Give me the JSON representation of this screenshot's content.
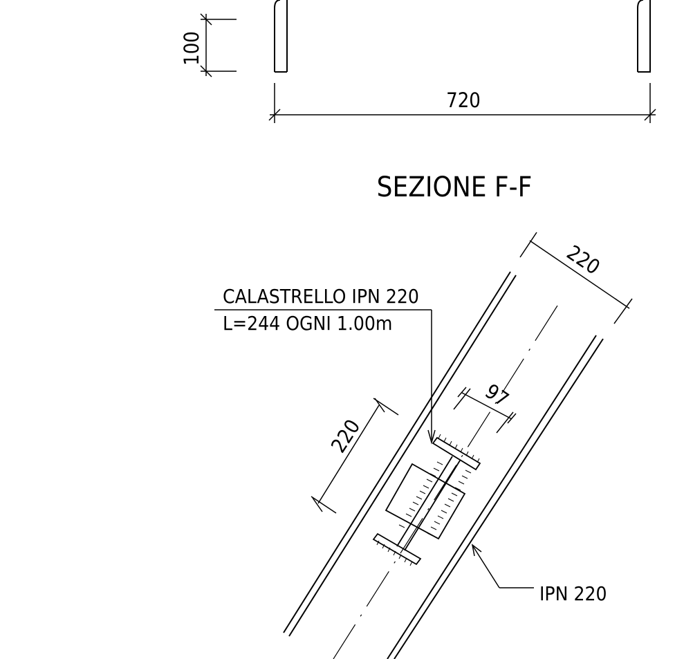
{
  "top_detail": {
    "height_dim": "100",
    "width_dim": "720"
  },
  "section": {
    "title": "SEZIONE F-F",
    "dim_outer_width": "220",
    "dim_inner_width": "220",
    "dim_flange": "97",
    "callout_line1": "CALASTRELLO IPN 220",
    "callout_line2": "L=244 OGNI 1.00m",
    "profile_label": "IPN 220"
  }
}
